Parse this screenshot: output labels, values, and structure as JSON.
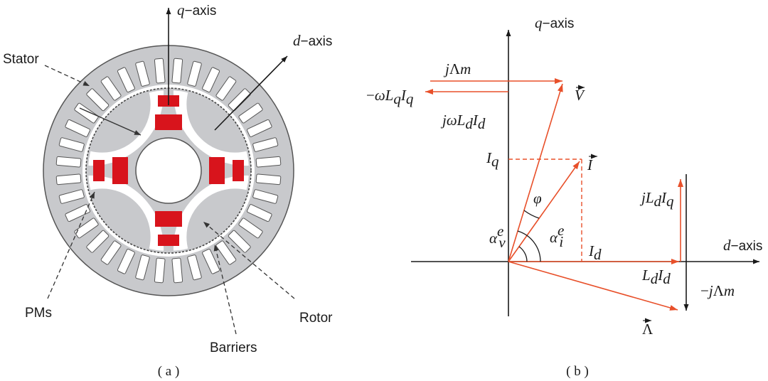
{
  "colors": {
    "accent": "#e8502a",
    "magnet": "#d8141c",
    "steel": "#c8c9cc",
    "outline": "#555555",
    "ink": "#1a1a1a"
  },
  "panel_a": {
    "caption": "( a )",
    "q_axis": "q",
    "d_axis": "d",
    "axis_suffix": "−axis",
    "stator_label": "Stator",
    "pms_label": "PMs",
    "barriers_label": "Barriers",
    "rotor_label": "Rotor"
  },
  "panel_b": {
    "caption": "( b )",
    "q_axis": "q",
    "d_axis": "d",
    "axis_suffix": "−axis",
    "labels": {
      "j": "j",
      "Lambda": "Λ",
      "m": "m",
      "minus": "−",
      "omega": "ω",
      "L": "L",
      "I": "I",
      "q": "q",
      "d": "d",
      "V": "V",
      "phi": "φ",
      "alpha": "α",
      "e": "e",
      "v": "v",
      "i": "i"
    }
  }
}
